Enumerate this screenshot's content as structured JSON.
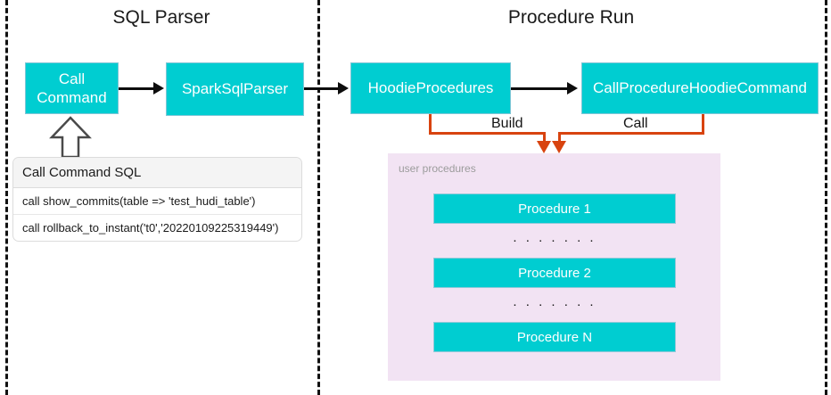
{
  "diagram": {
    "sections": [
      {
        "id": "sql-parser",
        "title": "SQL Parser"
      },
      {
        "id": "procedure-run",
        "title": "Procedure Run"
      }
    ],
    "nodes": {
      "call_command": "Call\nCommand",
      "call_command_line1": "Call",
      "call_command_line2": "Command",
      "spark_sql_parser": "SparkSqlParser",
      "hoodie_procedures": "HoodieProcedures",
      "call_procedure_hoodie_command": "CallProcedureHoodieCommand"
    },
    "edge_labels": {
      "build": "Build",
      "call": "Call"
    },
    "sql_card": {
      "header": "Call Command SQL",
      "rows": [
        "call show_commits(table => 'test_hudi_table')",
        "call rollback_to_instant('t0','20220109225319449')"
      ]
    },
    "procedures_panel": {
      "caption": "user procedures",
      "items": [
        "Procedure 1",
        "Procedure 2",
        "Procedure N"
      ],
      "ellipsis": ". . . . . . ."
    },
    "colors": {
      "teal": "#00CDD1",
      "orange": "#D8430F",
      "panel_background": "#F2E3F3",
      "arrow_black": "#0D0D0D",
      "divider": "#111111",
      "caption_gray": "#9C9C9C"
    },
    "icons": {
      "hollow_up_arrow": "hollow-up-arrow-icon"
    }
  }
}
